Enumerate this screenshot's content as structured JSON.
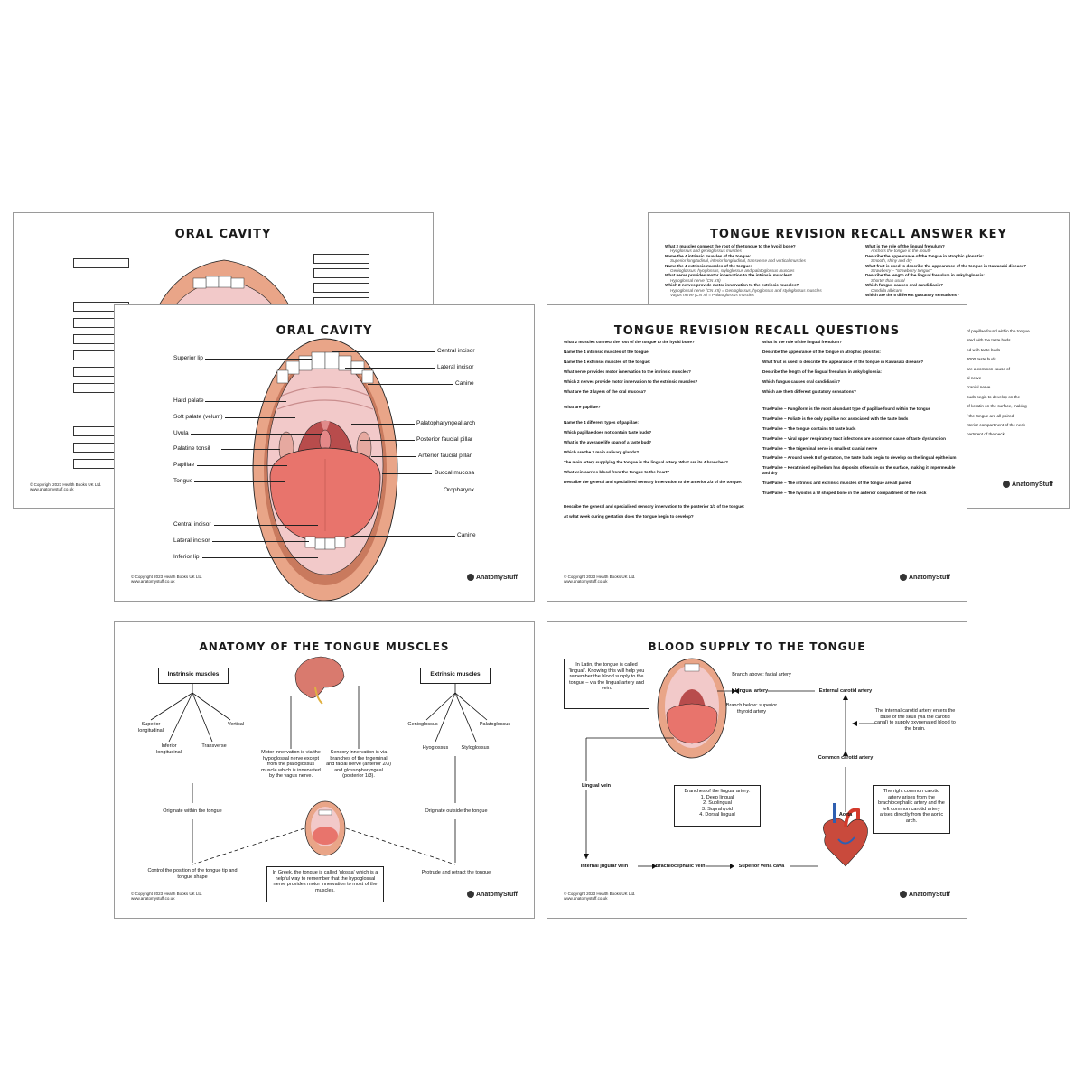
{
  "sheets": {
    "oral_blank": {
      "title": "ORAL CAVITY",
      "copyright_1": "© Copyright 2023 Health Books UK Ltd.",
      "copyright_2": "www.anatomystuff.co.uk"
    },
    "answer_key": {
      "title": "TONGUE REVISION RECALL ANSWER KEY",
      "left": [
        {
          "q": "What 2 muscles connect the root of the tongue to the hyoid bone?",
          "a": "Hyoglossus and genioglossus muscles"
        },
        {
          "q": "Name the 4 intrinsic muscles of the tongue:",
          "a": "Superior longitudinal, inferior longitudinal, transverse and vertical muscles"
        },
        {
          "q": "Name the 4 extrinsic muscles of the tongue:",
          "a": "Genioglossus, hyoglossus, styloglossus and palatoglossus muscles"
        },
        {
          "q": "What nerve provides motor innervation to the intrinsic muscles?",
          "a": "Hypoglossal nerve (CN XII)"
        },
        {
          "q": "Which 2 nerves provide motor innervation to the extrinsic muscles?",
          "a": "Hypoglossal nerve (CN XII) = Genioglossus, hyoglossus and styloglossus muscles"
        },
        {
          "q": "",
          "a": "Vagus nerve (CN X) = Palatoglossus muscles"
        }
      ],
      "right": [
        {
          "q": "What is the role of the lingual frenulum?",
          "a": "Anchors the tongue in the mouth"
        },
        {
          "q": "Describe the appearance of the tongue in atrophic glossitis:",
          "a": "Smooth, shiny and dry"
        },
        {
          "q": "What fruit is used to describe the appearance of the tongue in Kawasaki disease?",
          "a": "Strawberry – \"strawberry tongue\""
        },
        {
          "q": "Describe the length of the lingual frenulum in ankyloglossia:",
          "a": "Shorter than usual"
        },
        {
          "q": "Which fungus causes oral candidiasis?",
          "a": "Candida albicans"
        },
        {
          "q": "Which are the 5 different gustatory sensations?",
          "a": ""
        }
      ],
      "peek": [
        "of papillae found within the tongue",
        "ated with the taste buds",
        "ed with taste buds",
        "3000 taste buds",
        "are a common cause of",
        "al nerve",
        "cranial nerve",
        "buds begin to develop on the",
        "of keratin on the surface, making",
        "f the tongue are all paired",
        "nterior compartment of the neck",
        "partment of the neck"
      ],
      "logo": "AnatomyStuff"
    },
    "oral_labelled": {
      "title": "ORAL CAVITY",
      "left_labels": [
        "Superior lip",
        "Hard palate",
        "Soft palate (velum)",
        "Uvula",
        "Palatine tonsil",
        "Papillae",
        "Tongue",
        "Central incisor",
        "Lateral incisor",
        "Inferior lip"
      ],
      "right_labels": [
        "Central incisor",
        "Lateral incisor",
        "Canine",
        "Palatopharyngeal arch",
        "Posterior faucial pillar",
        "Anterior faucial pillar",
        "Buccal mucosa",
        "Oropharynx",
        "Canine"
      ],
      "copyright_1": "© Copyright 2023 Health Books UK Ltd.",
      "copyright_2": "www.anatomystuff.co.uk",
      "logo": "AnatomyStuff"
    },
    "questions": {
      "title": "TONGUE REVISION RECALL QUESTIONS",
      "left": [
        "What 2 muscles connect the root of the tongue to the hyoid bone?",
        "Name the 4 intrinsic muscles of the tongue:",
        "Name the 4 extrinsic muscles of the tongue:",
        "What nerve provides motor innervation to the intrinsic muscles?",
        "Which 2 nerves provide motor innervation to the extrinsic muscles?",
        "What are the 3 layers of the oral mucosa?",
        "What are papillae?",
        "Name the 4 different types of papillae:",
        "Which papillae does not contain taste buds?",
        "What is the average life span of a taste bud?",
        "Which are the 3 main salivary glands?",
        "The main artery supplying the tongue is the lingual artery. What are its 4 branches?",
        "What vein carries blood from the tongue to the heart?",
        "Describe the general and specialised sensory innervation to the anterior 2/3 of the tongue:",
        "Describe the general and specialised sensory innervation to the posterior 1/3 of the tongue:",
        "At what week during gestation does the tongue begin to develop?"
      ],
      "right": [
        "What is the role of the lingual frenulum?",
        "Describe the appearance of the tongue in atrophic glossitis:",
        "What fruit is used to describe the appearance of the tongue in Kawasaki disease?",
        "Describe the length of the lingual frenulum in ankyloglossia:",
        "Which fungus causes oral candidiasis?",
        "Which are the 5 different gustatory sensations?",
        "True/False – Fungiform is the most abundant type of papillae found within the tongue",
        "True/False – Foliate is the only papillae not associated with the taste buds",
        "True/False – The tongue contains 50 taste buds",
        "True/False – Viral upper respiratory tract infections are a common cause of taste dysfunction",
        "True/False – The trigeminal nerve is smallest cranial nerve",
        "True/False – Around week 8 of gestation, the taste buds begin to develop on the lingual epithelium",
        "True/False – Keratinised epithelium has deposits of keratin on the surface, making it impermeable and dry",
        "True/False – The intrinsic and extrinsic muscles of the tongue are all paired",
        "True/False – The hyoid is a W shaped bone in the anterior compartment of the neck"
      ],
      "copyright_1": "© Copyright 2023 Health Books UK Ltd.",
      "copyright_2": "www.anatomystuff.co.uk",
      "logo": "AnatomyStuff"
    },
    "muscles": {
      "title": "ANATOMY OF THE TONGUE MUSCLES",
      "intrinsic_box": "Instrinsic muscles",
      "extrinsic_box": "Extrinsic muscles",
      "intrinsic_items": [
        "Superior longitudinal",
        "Inferior longitudinal",
        "Transverse",
        "Vertical"
      ],
      "extrinsic_items": [
        "Genioglossus",
        "Palatoglossus",
        "Hyoglossus",
        "Styloglossus"
      ],
      "motor_text": "Motor innervation is via the hypoglossal nerve except from the platoglossus muscle which is innervated by the vagus nerve.",
      "sensory_text": "Sensory innervation is via branches of the trigeminal and facial nerve (anterior 2/3) and glossopharyngeal (posterior 1/3).",
      "originate_within": "Originate within the tongue",
      "originate_outside": "Originate outside the tongue",
      "control_text": "Control the position of the tongue tip and tongue shape",
      "protrude_text": "Protrude and retract the tongue",
      "greek_note": "In Greek, the tongue is called 'glossa' which is a helpful way to remember that the hypoglossal nerve provides motor innervation to most of the muscles.",
      "copyright_1": "© Copyright 2023 Health Books UK Ltd.",
      "copyright_2": "www.anatomystuff.co.uk",
      "logo": "AnatomyStuff"
    },
    "blood": {
      "title": "BLOOD SUPPLY TO THE TONGUE",
      "latin_note": "In Latin, the tongue is called 'lingual'. Knowing this will help you remember the blood supply to the tongue – via the lingual artery and vein.",
      "branch_above": "Branch above: facial artery",
      "lingual_artery": "Lingual artery",
      "external_carotid": "External carotid artery",
      "branch_below": "Branch below: superior thyroid artery",
      "internal_carotid_note": "The internal carotid artery enters the base of the skull (via the carotid canal) to supply oxygenated blood to the brain.",
      "common_carotid": "Common carotid artery",
      "lingual_vein": "Lingual vein",
      "branches_title": "Branches of the lingual artery:",
      "branches": [
        "1. Deep lingual",
        "2. Sublingual",
        "3. Suprahyoid",
        "4. Dorsal lingual"
      ],
      "aorta": "Aorta",
      "right_common_note": "The right common carotid artery arises from the brachiocephalic artery and the left common carotid artery arises directly from the aortic arch.",
      "internal_jugular": "Internal jugular vein",
      "brachiocephalic": "Brachiocephalic vein",
      "svc": "Superior vena cava",
      "copyright_1": "© Copyright 2023 Health Books UK Ltd.",
      "copyright_2": "www.anatomystuff.co.uk",
      "logo": "AnatomyStuff"
    }
  },
  "colors": {
    "lip": "#e9a588",
    "lip_dark": "#c97a5e",
    "palate": "#f2c9c9",
    "throat": "#b84c4c",
    "tongue": "#e8746c",
    "artery": "#d33a2c",
    "vein": "#2f5fb0"
  }
}
